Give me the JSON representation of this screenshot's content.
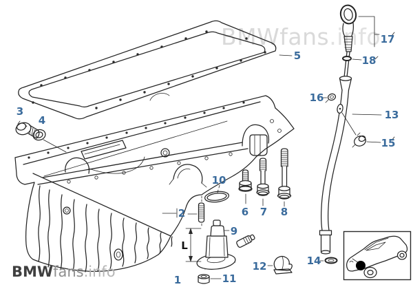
{
  "watermark_top": {
    "brand": "BMWfans",
    "suffix": ".info"
  },
  "logo_bottom": {
    "bmw": "BMW",
    "fans": "fans",
    "suffix": ".info"
  },
  "callouts": {
    "n1": "1",
    "n2": "2",
    "n3": "3",
    "n4": "4",
    "n5": "5",
    "n6": "6",
    "n7": "7",
    "n8": "8",
    "n9": "9",
    "n10": "10",
    "n11": "11",
    "n12": "12",
    "n13": "13",
    "n14": "14",
    "n15": "15",
    "n16": "16",
    "n17": "17",
    "n18": "18"
  },
  "dimension": {
    "label": "L"
  },
  "colors": {
    "callout_blue": "#3a6b9c",
    "line_dark": "#232323",
    "watermark_gray": "#d9d9d9",
    "logo_dark": "#3f3f3f",
    "logo_mid": "#8f8f8f",
    "logo_light": "#b6b6b6"
  }
}
